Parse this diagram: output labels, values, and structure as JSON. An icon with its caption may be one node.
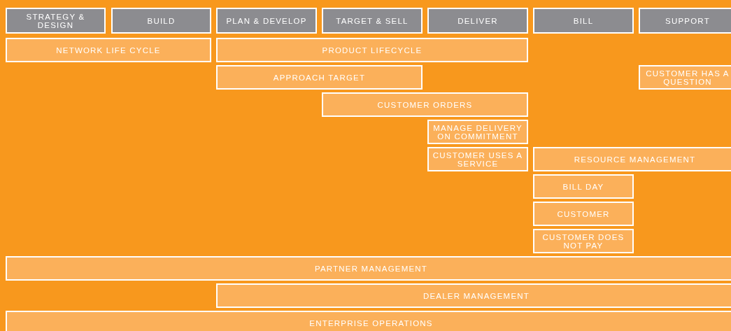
{
  "diagram": {
    "nodes": [
      {
        "text": [
          "STRATEGY & DESIGN"
        ]
      },
      {
        "text": [
          "BUILD"
        ]
      },
      {
        "text": [
          "PLAN & DEVELOP"
        ]
      },
      {
        "text": [
          "TARGET & SELL"
        ]
      },
      {
        "text": [
          "DELIVER"
        ]
      },
      {
        "text": [
          "BILL"
        ]
      },
      {
        "text": [
          "SUPPORT"
        ]
      },
      {
        "text": [
          "NETWORK LIFE CYCLE"
        ]
      },
      {
        "text": [
          "PRODUCT LIFECYCLE"
        ]
      },
      {
        "text": [
          "APPROACH TARGET"
        ]
      },
      {
        "text": [
          "CUSTOMER HAS A QUESTION"
        ]
      },
      {
        "text": [
          "CUSTOMER ORDERS"
        ]
      },
      {
        "text": [
          "MANAGE DELIVERY ON COMMITMENT"
        ]
      },
      {
        "text": [
          "CUSTOMER USES A SERVICE"
        ]
      },
      {
        "text": [
          "RESOURCE MANAGEMENT"
        ]
      },
      {
        "text": [
          "BILL DAY"
        ]
      },
      {
        "text": [
          "CUSTOMER"
        ]
      },
      {
        "text": [
          "CUSTOMER DOES NOT PAY"
        ]
      },
      {
        "text": [
          "PARTNER MANAGEMENT"
        ]
      },
      {
        "text": [
          "DEALER MANAGEMENT"
        ]
      },
      {
        "text": [
          "ENTERPRISE OPERATIONS"
        ]
      }
    ]
  }
}
